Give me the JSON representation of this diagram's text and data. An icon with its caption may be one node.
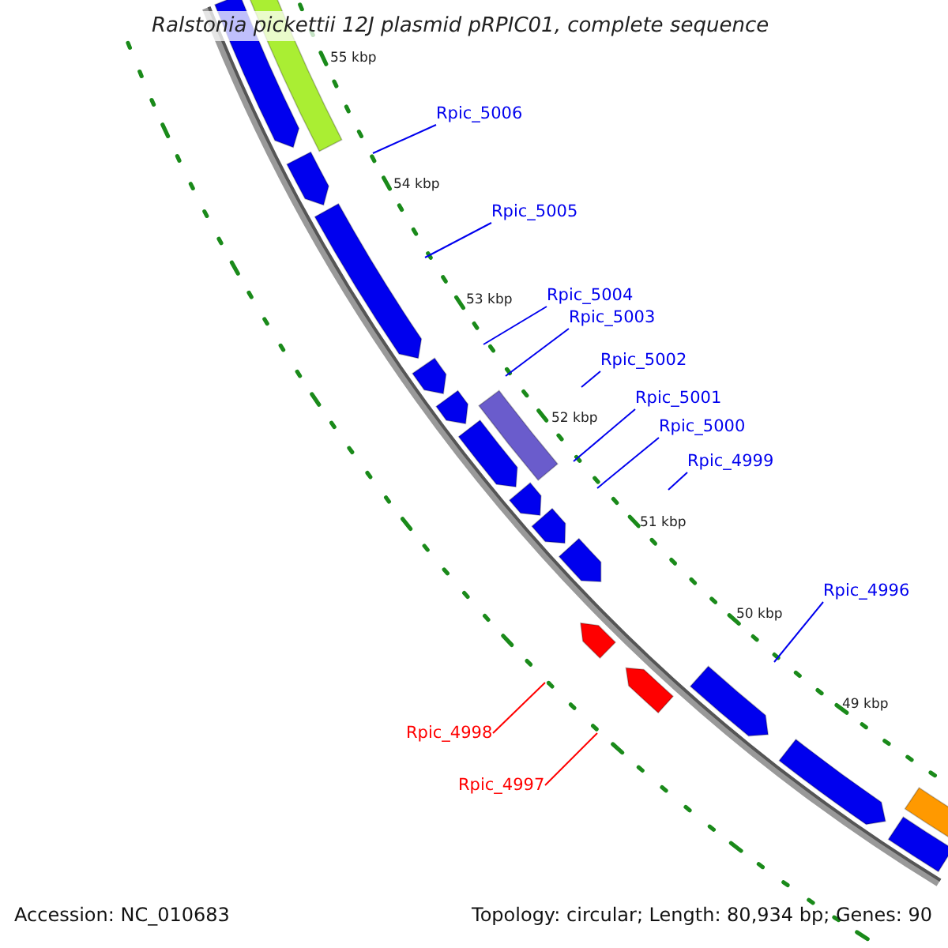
{
  "diagram": {
    "title": "Ralstonia pickettii 12J plasmid pRPIC01, complete sequence",
    "nodes": [
      {
        "text": [
          "Rpic_5006"
        ]
      },
      {
        "text": [
          "Rpic_5005"
        ]
      },
      {
        "text": [
          "Rpic_5004"
        ]
      },
      {
        "text": [
          "Rpic_5003"
        ]
      },
      {
        "text": [
          "Rpic_5002"
        ]
      },
      {
        "text": [
          "Rpic_5001"
        ]
      },
      {
        "text": [
          "Rpic_5000"
        ]
      },
      {
        "text": [
          "Rpic_4999"
        ]
      },
      {
        "text": [
          "Rpic_4996"
        ]
      },
      {
        "text": [
          "Rpic_4998"
        ]
      },
      {
        "text": [
          "Rpic_4997"
        ]
      }
    ],
    "edges": [
      {
        "from": 0,
        "to": null,
        "arrow": "none"
      },
      {
        "from": 1,
        "to": null,
        "arrow": "none"
      },
      {
        "from": 2,
        "to": null,
        "arrow": "none"
      },
      {
        "from": 3,
        "to": null,
        "arrow": "none"
      },
      {
        "from": 4,
        "to": null,
        "arrow": "none"
      },
      {
        "from": 5,
        "to": null,
        "arrow": "none"
      },
      {
        "from": 6,
        "to": null,
        "arrow": "none"
      },
      {
        "from": 7,
        "to": null,
        "arrow": "none"
      },
      {
        "from": 8,
        "to": null,
        "arrow": "none"
      },
      {
        "from": 9,
        "to": null,
        "arrow": "none",
        "color": "#ff0000"
      },
      {
        "from": 10,
        "to": null,
        "arrow": "none",
        "color": "#ff0000"
      }
    ],
    "labels": [
      "55 kbp",
      "54 kbp",
      "53 kbp",
      "52 kbp",
      "51 kbp",
      "50 kbp",
      "49 kbp",
      "Accession: NC_010683",
      "Topology: circular; Length: 80,934 bp; Genes: 90"
    ]
  }
}
